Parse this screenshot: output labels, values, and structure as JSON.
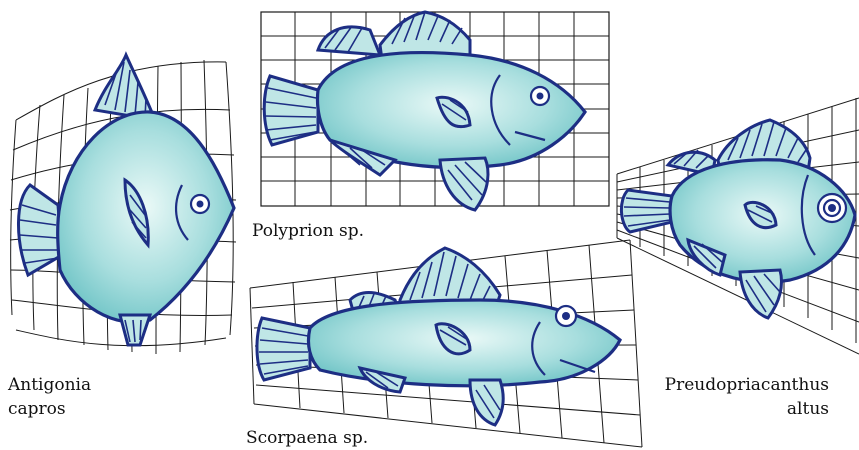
{
  "figure": {
    "panels": [
      {
        "id": "antigonia",
        "label_lines": [
          "Antigonia",
          "capros"
        ]
      },
      {
        "id": "polyprion",
        "label_lines": [
          "Polyprion sp."
        ]
      },
      {
        "id": "scorpaena",
        "label_lines": [
          "Scorpaena sp."
        ]
      },
      {
        "id": "preudopriacanthus",
        "label_lines": [
          "Preudopriacanthus",
          "altus"
        ]
      }
    ],
    "colors": {
      "fish_fill_light": "#eaf9f7",
      "fish_fill_dark": "#6fc4c6",
      "fish_outline": "#1d2e84",
      "grid_line": "#1a1a1a"
    },
    "icons": [
      "fish-outline-icon",
      "fin-icon",
      "eye-icon"
    ]
  }
}
